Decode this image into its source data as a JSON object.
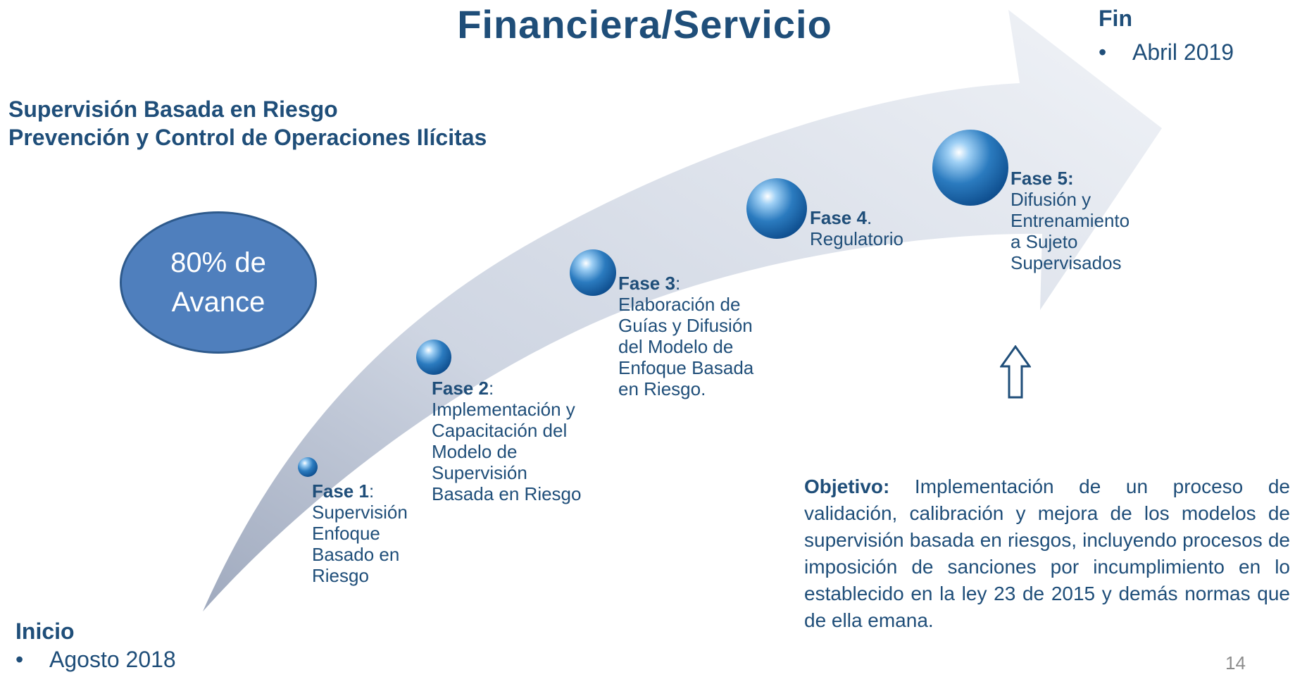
{
  "title": "Financiera/Servicio",
  "subtitle": {
    "line1": "Supervisión Basada en Riesgo",
    "line2": "Prevención y Control de Operaciones Ilícitas"
  },
  "progress": {
    "line1": "80% de",
    "line2": "Avance",
    "value_percent": 80
  },
  "fin": {
    "label": "Fin",
    "bullet": "•",
    "date": "Abril  2019"
  },
  "inicio": {
    "label": "Inicio",
    "bullet": "•",
    "date": "Agosto 2018"
  },
  "phases": [
    {
      "title": "Fase 1",
      "sep": ":",
      "lines": [
        "Supervisión",
        "Enfoque",
        "Basado en",
        "Riesgo"
      ]
    },
    {
      "title": "Fase 2",
      "sep": ":",
      "lines": [
        "Implementación y",
        "Capacitación del",
        "Modelo de",
        "Supervisión",
        "Basada en Riesgo"
      ]
    },
    {
      "title": "Fase 3",
      "sep": ":",
      "lines": [
        "Elaboración de",
        "Guías y Difusión",
        "del Modelo de",
        "Enfoque Basada",
        "en Riesgo."
      ]
    },
    {
      "title": "Fase 4",
      "sep": ".",
      "lines": [
        "Regulatorio"
      ]
    },
    {
      "title": "Fase 5:",
      "sep": "",
      "lines": [
        "Difusión y",
        "Entrenamiento",
        "a Sujeto",
        "Supervisados"
      ]
    }
  ],
  "objective": {
    "label": "Objetivo:",
    "text": " Implementación de un proceso de validación, calibración y mejora de los modelos de supervisión basada en riesgos, incluyendo procesos de imposición de sanciones por incumplimiento en lo establecido en la ley 23 de 2015 y demás normas que de ella emana."
  },
  "page_number": "14",
  "colors": {
    "text": "#1f4e79",
    "arrow_light": "#e4e9f2",
    "arrow_dark": "#a9b4c8",
    "oval": "#4f7fbd",
    "sphere": "#2b7bbf"
  }
}
